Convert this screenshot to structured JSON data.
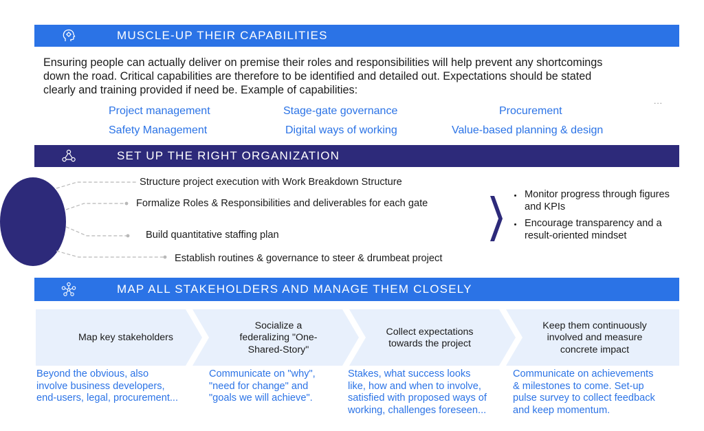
{
  "sections": {
    "capabilities": {
      "title": "MUSCLE-UP THEIR CAPABILITIES",
      "intro_line1": "Ensuring people can actually deliver on premise their roles and responsibilities will help prevent any shortcomings",
      "intro_line2": "down the road. Critical capabilities are therefore to be identified and detailed out. Expectations should be stated",
      "intro_line3": "clearly and training provided if need be. Example of capabilities:",
      "items": [
        "Project management",
        "Stage-gate governance",
        "Procurement",
        "Safety Management",
        "Digital ways of working",
        "Value-based planning & design"
      ],
      "more": "..."
    },
    "organization": {
      "title": "SET UP THE RIGHT ORGANIZATION",
      "items": [
        "Structure project execution with Work Breakdown Structure",
        "Formalize Roles & Responsibilities and deliverables for each gate",
        "Build quantitative staffing plan",
        "Establish routines & governance to steer & drumbeat project"
      ],
      "outcomes": [
        "Monitor progress through figures and KPIs",
        "Encourage transparency and a result-oriented mindset"
      ]
    },
    "stakeholders": {
      "title": "MAP ALL STAKEHOLDERS AND MANAGE THEM CLOSELY",
      "steps": [
        {
          "label_lines": [
            "Map key stakeholders"
          ],
          "desc_lines": [
            "Beyond the obvious, also",
            "involve business developers,",
            "end-users, legal, procurement..."
          ]
        },
        {
          "label_lines": [
            "Socialize a",
            "federalizing \"One-",
            "Shared-Story\""
          ],
          "desc_lines": [
            "Communicate on \"why\",",
            "\"need for change\" and",
            "\"goals we will achieve\"."
          ]
        },
        {
          "label_lines": [
            "Collect expectations",
            "towards the project"
          ],
          "desc_lines": [
            "Stakes, what success looks",
            "like, how and when to involve,",
            "satisfied with proposed ways of",
            "working, challenges foreseen..."
          ]
        },
        {
          "label_lines": [
            "Keep them continuously",
            "involved and measure",
            "concrete impact"
          ],
          "desc_lines": [
            "Communicate on achievements",
            "& milestones to come. Set-up",
            "pulse survey to collect feedback",
            "and keep momentum."
          ]
        }
      ]
    }
  },
  "colors": {
    "blue": "#2b73e6",
    "navy": "#2d2a7a",
    "chevron_fill": "#e8f0fc"
  },
  "icons": {
    "capabilities": "head-gear-icon",
    "organization": "org-network-icon",
    "stakeholders": "stakeholder-network-icon"
  }
}
